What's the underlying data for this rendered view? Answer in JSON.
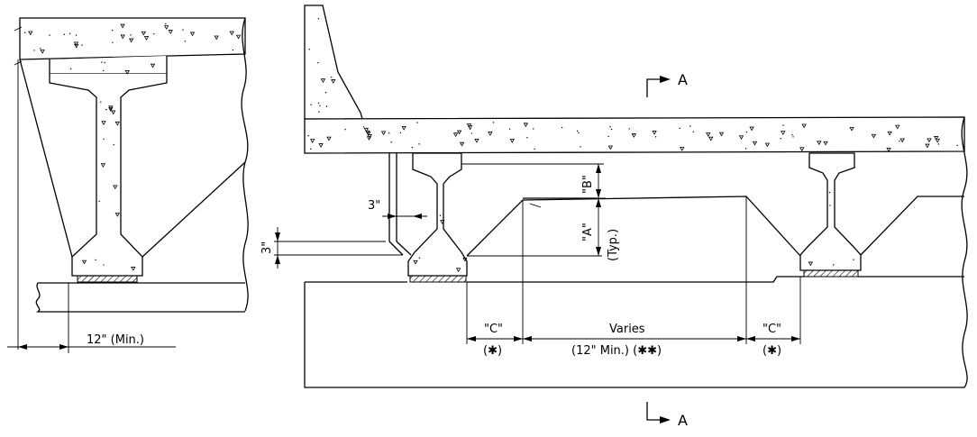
{
  "section_marker": {
    "top_label": "A",
    "bottom_label": "A"
  },
  "dimensions": {
    "min_12_left": "12\" (Min.)",
    "three_inch_side": "3\"",
    "three_inch_vertical": "3\"",
    "dim_a": "\"A\"",
    "dim_b": "\"B\"",
    "typ": "(Typ.)",
    "dim_c_left": "\"C\"",
    "dim_c_right": "\"C\"",
    "varies": "Varies",
    "min_12_center": "(12\" Min.) (✱✱)",
    "note_left": "(✱)",
    "note_right": "(✱)"
  }
}
